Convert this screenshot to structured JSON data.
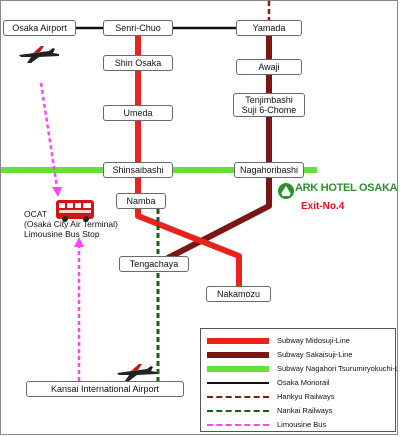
{
  "stations": {
    "osaka_airport": "Osaka Airport",
    "senri_chuo": "Senri-Chuo",
    "yamada": "Yamada",
    "shin_osaka": "Shin Osaka",
    "awaji": "Awaji",
    "tenjimbashi_line1": "Tenjimbashi",
    "tenjimbashi_line2": "Suji 6-Chome",
    "umeda": "Umeda",
    "shinsaibashi": "Shinsaibashi",
    "nagahoribashi": "Nagahoribashi",
    "namba": "Namba",
    "tengachaya": "Tengachaya",
    "nakamozu": "Nakamozu",
    "kansai_airport": "Kansai International Airport"
  },
  "ocat": {
    "line1": "OCAT",
    "line2": "(Osaka City Air Terminal)",
    "line3": "Limousine Bus Stop"
  },
  "hotel": {
    "name": "ARK HOTEL OSAKA",
    "exit": "Exit-No.4"
  },
  "legend": [
    {
      "label": "Subway Midosuji-Line",
      "color": "#e8231d",
      "style": "solid-thick"
    },
    {
      "label": "Subway Sakaisuji-Line",
      "color": "#7a1616",
      "style": "solid-thick"
    },
    {
      "label": "Subway Nagahori Tsurumiryokuchi-Line",
      "color": "#63e03a",
      "style": "solid-thick"
    },
    {
      "label": "Osaka Monorail",
      "color": "#111111",
      "style": "solid"
    },
    {
      "label": "Hankyu Railways",
      "color": "#8a1a1a",
      "style": "dashed"
    },
    {
      "label": "Nankai Railways",
      "color": "#1f5a1f",
      "style": "dashed"
    },
    {
      "label": "Limousine Bus",
      "color": "#ff44ff",
      "style": "dashed"
    }
  ],
  "colors": {
    "midosuji": "#e8231d",
    "sakaisuji": "#7a1616",
    "nagahori": "#63e03a",
    "monorail": "#111111",
    "hankyu": "#8a1a1a",
    "nankai": "#1f5a1f",
    "limousine": "#ff44ff",
    "hotel_green": "#2f8f2f",
    "exit_red": "#e0141c"
  },
  "icons": [
    "airplane-icon",
    "airplane-icon",
    "bus-icon",
    "hotel-logo-icon"
  ]
}
